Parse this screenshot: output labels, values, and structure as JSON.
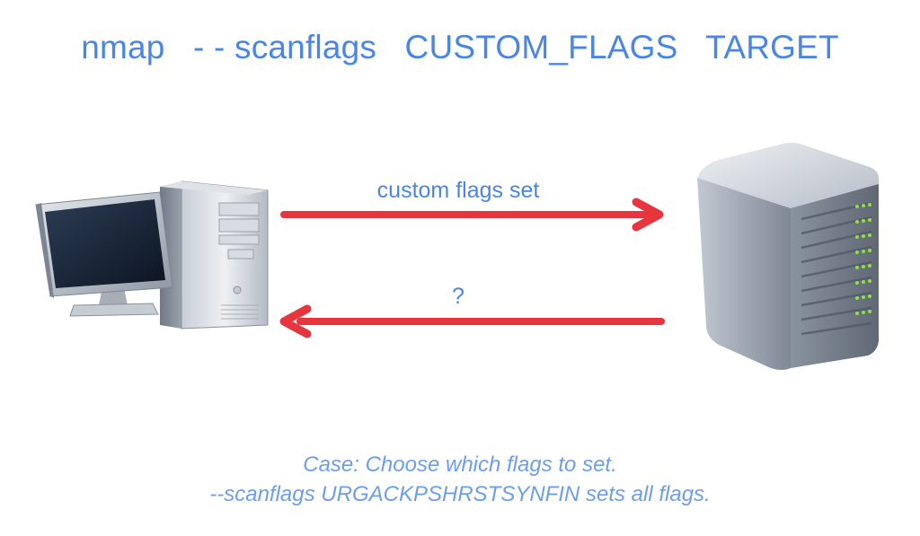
{
  "title": {
    "command": "nmap   - - scanflags   CUSTOM_FLAGS   TARGET"
  },
  "arrows": {
    "request_label": "custom flags set",
    "response_label": "?"
  },
  "caption": {
    "line1": "Case: Choose which flags to set.",
    "line2": "--scanflags URGACKPSHRSTSYNFIN sets all flags."
  },
  "colors": {
    "text": "#4a86e8",
    "caption": "#6d9eeb",
    "arrow": "#e8343c",
    "led": "#8fe040"
  },
  "icons": {
    "client": "desktop-computer-icon",
    "server": "server-tower-icon"
  }
}
